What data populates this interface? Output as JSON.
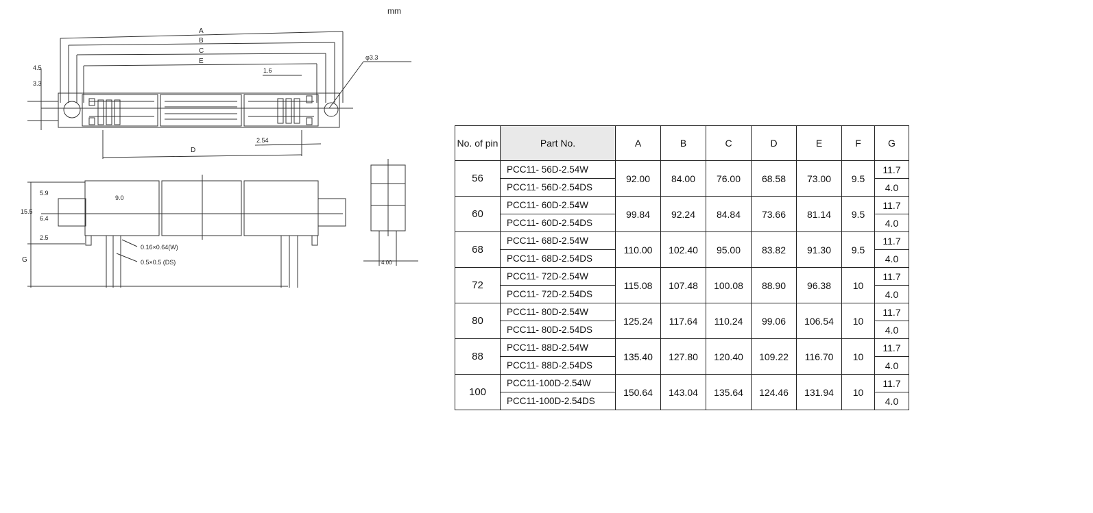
{
  "drawing": {
    "unit": "mm",
    "dimension_labels": [
      "A",
      "B",
      "C",
      "E",
      "D",
      "1.6",
      "2.54",
      "φ3.3",
      "4.5",
      "3.3",
      "15.5",
      "5.9",
      "6.4",
      "2.5",
      "G",
      "9.0",
      "0.16×0.64(W)",
      "0.5×0.5 (DS)",
      "4.00"
    ]
  },
  "table": {
    "headers": {
      "pin": "No. of pin",
      "part": "Part No.",
      "a": "A",
      "b": "B",
      "c": "C",
      "d": "D",
      "e": "E",
      "f": "F",
      "g": "G"
    },
    "rows": [
      {
        "pin": "56",
        "parts": [
          "PCC11-  56D-2.54W",
          "PCC11-  56D-2.54DS"
        ],
        "a": "92.00",
        "b": "84.00",
        "c": "76.00",
        "d": "68.58",
        "e": "73.00",
        "f": "9.5",
        "g": [
          "11.7",
          "4.0"
        ]
      },
      {
        "pin": "60",
        "parts": [
          "PCC11-  60D-2.54W",
          "PCC11-  60D-2.54DS"
        ],
        "a": "99.84",
        "b": "92.24",
        "c": "84.84",
        "d": "73.66",
        "e": "81.14",
        "f": "9.5",
        "g": [
          "11.7",
          "4.0"
        ]
      },
      {
        "pin": "68",
        "parts": [
          "PCC11-  68D-2.54W",
          "PCC11-  68D-2.54DS"
        ],
        "a": "110.00",
        "b": "102.40",
        "c": "95.00",
        "d": "83.82",
        "e": "91.30",
        "f": "9.5",
        "g": [
          "11.7",
          "4.0"
        ]
      },
      {
        "pin": "72",
        "parts": [
          "PCC11-  72D-2.54W",
          "PCC11-  72D-2.54DS"
        ],
        "a": "115.08",
        "b": "107.48",
        "c": "100.08",
        "d": "88.90",
        "e": "96.38",
        "f": "10",
        "g": [
          "11.7",
          "4.0"
        ]
      },
      {
        "pin": "80",
        "parts": [
          "PCC11-  80D-2.54W",
          "PCC11-  80D-2.54DS"
        ],
        "a": "125.24",
        "b": "117.64",
        "c": "110.24",
        "d": "99.06",
        "e": "106.54",
        "f": "10",
        "g": [
          "11.7",
          "4.0"
        ]
      },
      {
        "pin": "88",
        "parts": [
          "PCC11-  88D-2.54W",
          "PCC11-  88D-2.54DS"
        ],
        "a": "135.40",
        "b": "127.80",
        "c": "120.40",
        "d": "109.22",
        "e": "116.70",
        "f": "10",
        "g": [
          "11.7",
          "4.0"
        ]
      },
      {
        "pin": "100",
        "parts": [
          "PCC11-100D-2.54W",
          "PCC11-100D-2.54DS"
        ],
        "a": "150.64",
        "b": "143.04",
        "c": "135.64",
        "d": "124.46",
        "e": "131.94",
        "f": "10",
        "g": [
          "11.7",
          "4.0"
        ]
      }
    ]
  }
}
